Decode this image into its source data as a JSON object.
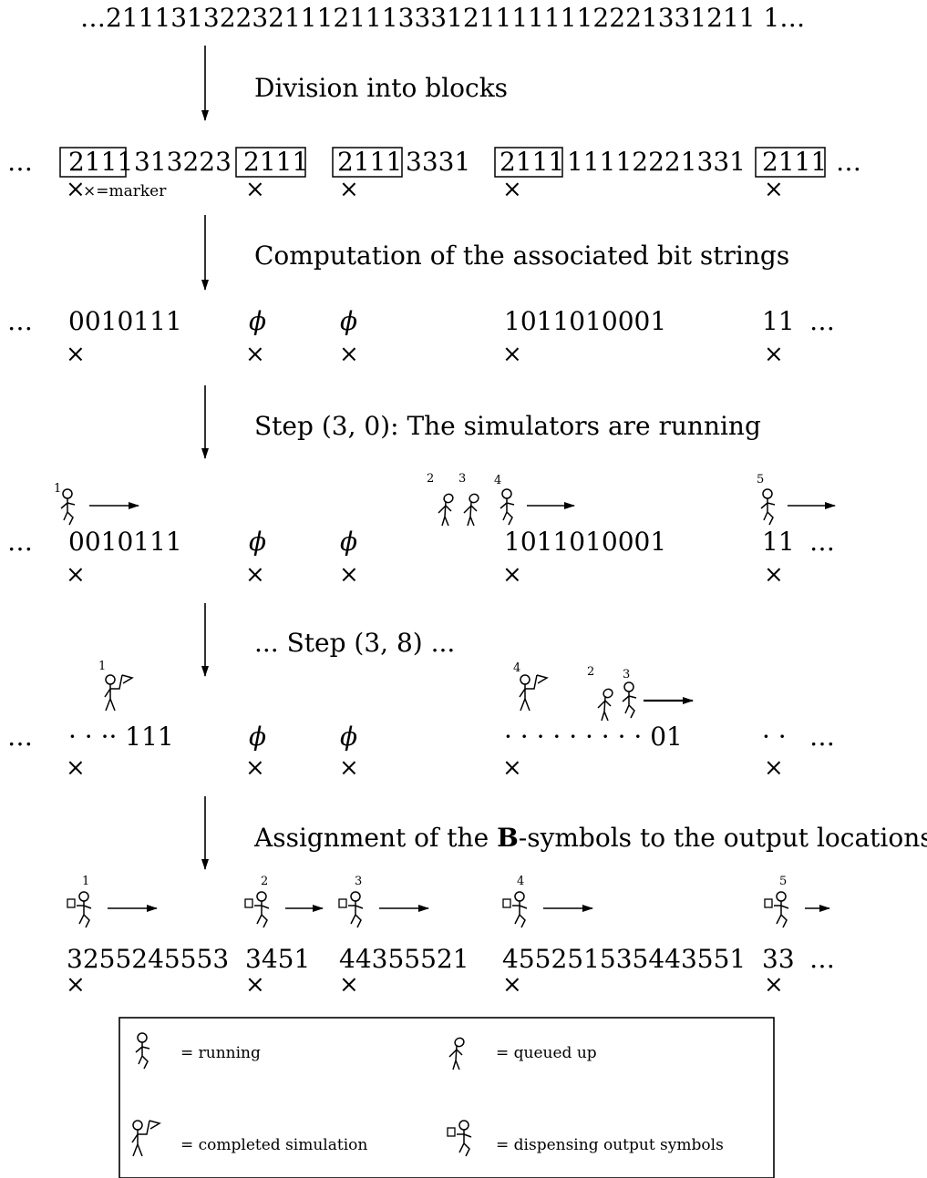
{
  "top_sequence": "…2111313223211121113331211111112221331211 1…",
  "stages": {
    "division": "Division into blocks",
    "computation": "Computation of the associated bit strings",
    "step30": "Step (3, 0): The simulators are running",
    "step38": "... Step (3, 8) ...",
    "assignment_pre": "Assignment of the ",
    "assignment_bold": "B",
    "assignment_post": "-symbols to the output locations"
  },
  "blocks_row": {
    "leading": "…",
    "marker": "2111",
    "seg1": "313223",
    "seg3": "3331",
    "seg4": "11112221331",
    "trailing": "…",
    "marker_legend": "×=marker",
    "cross": "×"
  },
  "bits_row": {
    "b1": "0010111",
    "b2": "ϕ",
    "b3": "ϕ",
    "b4": "1011010001",
    "b5": "11",
    "dots": "…"
  },
  "step38_row": {
    "b1": "· · ·· 111",
    "b2": "ϕ",
    "b3": "ϕ",
    "b4": "· · · · · · · · · 01",
    "b5": "· ·",
    "dots": "…"
  },
  "output_row": {
    "o1": "3255245553",
    "o2": "3451",
    "o3": "44355521",
    "o4": "455251535443551",
    "o5": "33",
    "dots": "…"
  },
  "figure_numbers": [
    "1",
    "2",
    "3",
    "4",
    "5"
  ],
  "legend": {
    "running": "= running",
    "queued": "= queued up",
    "completed": "= completed simulation",
    "dispensing": "= dispensing output symbols"
  }
}
